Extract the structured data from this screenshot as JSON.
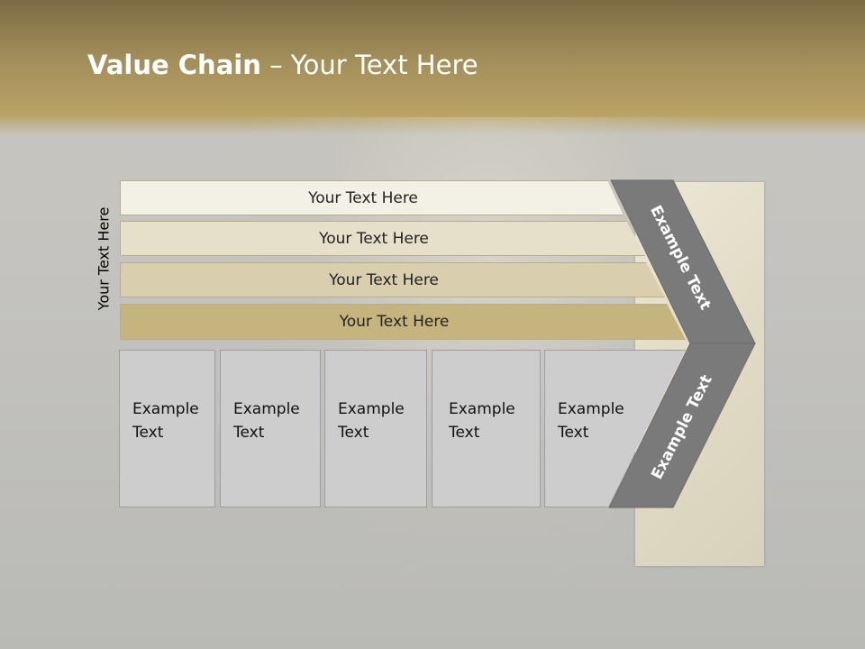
{
  "title": {
    "bold": "Value Chain",
    "rest": " – Your Text Here"
  },
  "side_label": "Your Text Here",
  "bars": [
    {
      "label": "Your Text Here",
      "color": "#f3f0e6"
    },
    {
      "label": "Your Text Here",
      "color": "#e6dfc9"
    },
    {
      "label": "Your Text Here",
      "color": "#d9cfae"
    },
    {
      "label": "Your Text Here",
      "color": "#c6b47e"
    }
  ],
  "boxes": [
    {
      "line1": "Example",
      "line2": "Text"
    },
    {
      "line1": "Example",
      "line2": "Text"
    },
    {
      "line1": "Example",
      "line2": "Text"
    },
    {
      "line1": "Example",
      "line2": "Text"
    },
    {
      "line1": "Example",
      "line2": "Text"
    }
  ],
  "arrow": {
    "upper": "Example Text",
    "lower": "Example Text",
    "color": "#7a7a7a"
  }
}
